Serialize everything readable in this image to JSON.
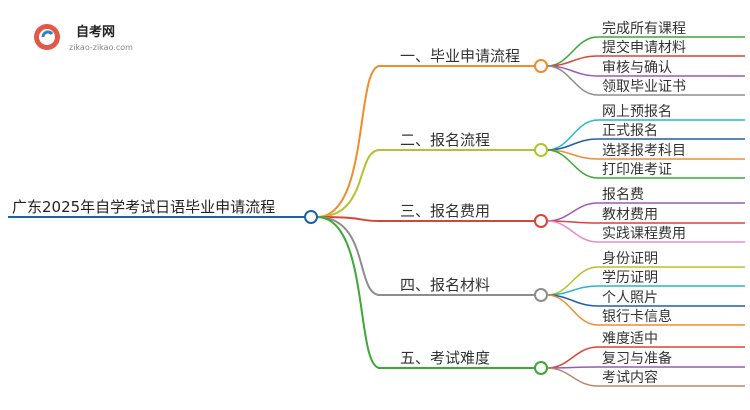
{
  "logo": {
    "title": "自考网",
    "url": "zikao-zikao.com"
  },
  "root": {
    "label": "广东2025年自学考试日语毕业申请流程",
    "color": "#1f5fa8"
  },
  "branches": [
    {
      "label": "一、毕业申请流程",
      "color": "#f08c2e",
      "children": [
        {
          "label": "完成所有课程",
          "color": "#3aa935"
        },
        {
          "label": "提交申请材料",
          "color": "#d94437"
        },
        {
          "label": "审核与确认",
          "color": "#9b59b6"
        },
        {
          "label": "领取毕业证书",
          "color": "#8d8d8d"
        }
      ]
    },
    {
      "label": "二、报名流程",
      "color": "#b5c22d",
      "children": [
        {
          "label": "网上预报名",
          "color": "#27b6c9"
        },
        {
          "label": "正式报名",
          "color": "#1f5fa8"
        },
        {
          "label": "选择报考科目",
          "color": "#f08c2e"
        },
        {
          "label": "打印准考证",
          "color": "#3aa935"
        }
      ]
    },
    {
      "label": "三、报名费用",
      "color": "#d94437",
      "children": [
        {
          "label": "报名费",
          "color": "#9b59b6"
        },
        {
          "label": "教材费用",
          "color": "#d94437"
        },
        {
          "label": "实践课程费用",
          "color": "#e88dc0"
        }
      ]
    },
    {
      "label": "四、报名材料",
      "color": "#8d8d8d",
      "children": [
        {
          "label": "身份证明",
          "color": "#b5c22d"
        },
        {
          "label": "学历证明",
          "color": "#27b6c9"
        },
        {
          "label": "个人照片",
          "color": "#1f5fa8"
        },
        {
          "label": "银行卡信息",
          "color": "#f08c2e"
        }
      ]
    },
    {
      "label": "五、考试难度",
      "color": "#3aa935",
      "children": [
        {
          "label": "难度适中",
          "color": "#d94437"
        },
        {
          "label": "复习与准备",
          "color": "#9b59b6"
        },
        {
          "label": "考试内容",
          "color": "#b5886a"
        }
      ]
    }
  ]
}
